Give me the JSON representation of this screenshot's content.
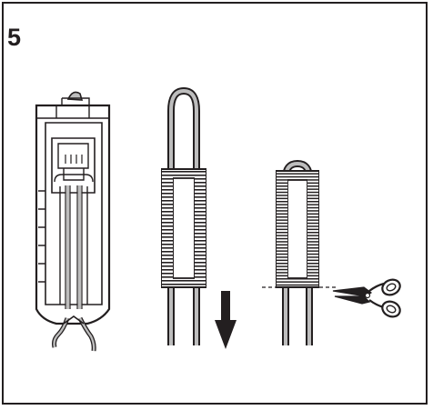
{
  "step": {
    "number": "5"
  },
  "figure": {
    "panels": [
      "fringe-maker-tool-loaded",
      "yarn-slid-down-along-tool",
      "yarn-cut-at-bottom-with-scissors"
    ]
  },
  "colors": {
    "ink": "#231f20",
    "strand_fill": "#bdbdbd",
    "background": "#ffffff"
  }
}
